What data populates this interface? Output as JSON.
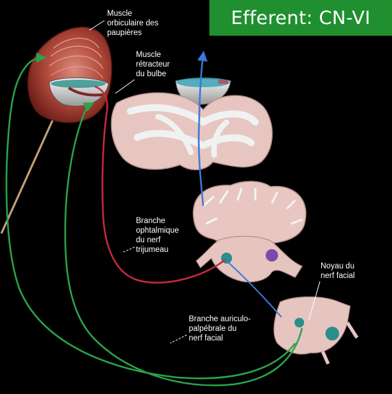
{
  "title": "Efferent: CN-VI",
  "labels": {
    "orbicularis": "Muscle\norbiculaire des\npaupières",
    "retractor": "Muscle\nrétracteur\ndu bulbe",
    "ophthalmic": "Branche\nophtalmique\ndu nerf\ntrijumeau",
    "facial_nucleus": "Noyau du\nnerf facial",
    "auriculopalpebral": "Branche auriculo-\npalpébrale du\nnerf facial"
  },
  "colors": {
    "title_bg": "#1f8f2f",
    "efferent_green": "#2aa34a",
    "afferent_red": "#c8283c",
    "ascending_blue": "#3b78d8",
    "muscle_red": "#b24a3c",
    "brain_tissue": "#e9c9c4",
    "white_matter": "#dfe3e3"
  },
  "icons": [
    "arrow-up-icon"
  ]
}
